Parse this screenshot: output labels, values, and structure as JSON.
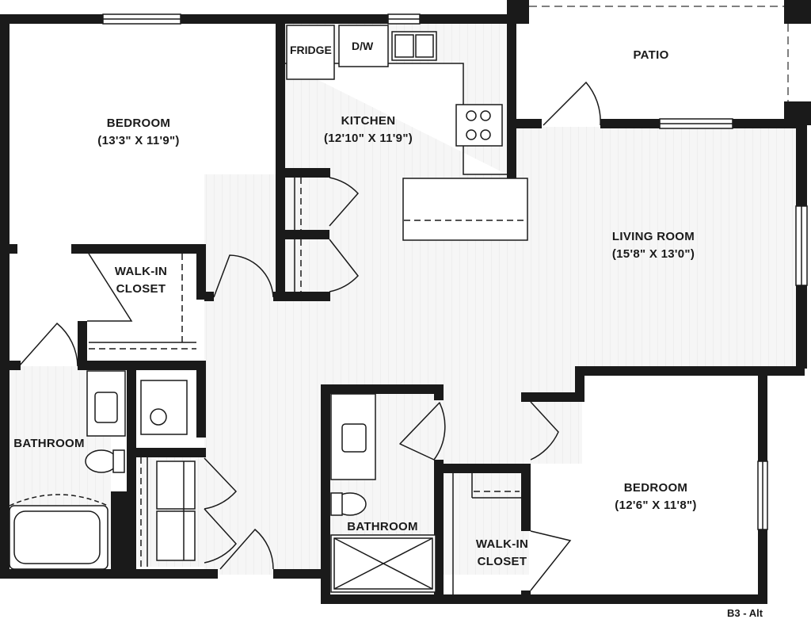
{
  "rooms": {
    "bedroom_1": {
      "name": "BEDROOM",
      "dimensions": "(13'3\" X 11'9\")"
    },
    "kitchen": {
      "name": "KITCHEN",
      "dimensions": "(12'10\" X 11'9\")"
    },
    "living_room": {
      "name": "LIVING ROOM",
      "dimensions": "(15'8\" X 13'0\")"
    },
    "patio": {
      "name": "PATIO"
    },
    "walk_in_closet_1": {
      "line1": "WALK-IN",
      "line2": "CLOSET"
    },
    "bathroom_1": {
      "name": "BATHROOM"
    },
    "bathroom_2": {
      "name": "BATHROOM"
    },
    "bedroom_2": {
      "name": "BEDROOM",
      "dimensions": "(12'6\" X 11'8\")"
    },
    "walk_in_closet_2": {
      "line1": "WALK-IN",
      "line2": "CLOSET"
    }
  },
  "appliances": {
    "fridge": "FRIDGE",
    "dishwasher": "D/W"
  },
  "plan_code": "B3 - Alt",
  "colors": {
    "wall": "#1a1a1a",
    "floor": "#f4f4f4",
    "line": "#333333",
    "patio": "#ffffff"
  }
}
